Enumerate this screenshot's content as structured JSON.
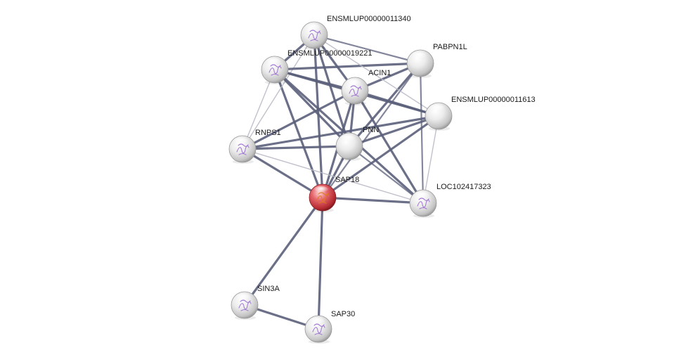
{
  "network": {
    "query_node": "SAP18",
    "nodes": [
      {
        "id": "ENSMLUP00000011340",
        "label": "ENSMLUP00000011340",
        "structure": "protein-structure-icon",
        "query": false
      },
      {
        "id": "ENSMLUP00000019221",
        "label": "ENSMLUP00000019221",
        "structure": "protein-structure-icon",
        "query": false
      },
      {
        "id": "PABPN1L",
        "label": "PABPN1L",
        "structure": "",
        "query": false
      },
      {
        "id": "ACIN1",
        "label": "ACIN1",
        "structure": "protein-structure-icon",
        "query": false
      },
      {
        "id": "ENSMLUP00000011613",
        "label": "ENSMLUP00000011613",
        "structure": "",
        "query": false
      },
      {
        "id": "RNPS1",
        "label": "RNPS1",
        "structure": "protein-structure-icon",
        "query": false
      },
      {
        "id": "PNN",
        "label": "PNN",
        "structure": "",
        "query": false
      },
      {
        "id": "SAP18",
        "label": "SAP18",
        "structure": "protein-structure-icon",
        "query": true
      },
      {
        "id": "LOC102417323",
        "label": "LOC102417323",
        "structure": "protein-structure-icon",
        "query": false
      },
      {
        "id": "SIN3A",
        "label": "SIN3A",
        "structure": "protein-structure-icon",
        "query": false
      },
      {
        "id": "SAP30",
        "label": "SAP30",
        "structure": "protein-structure-icon",
        "query": false
      }
    ],
    "edges": [
      {
        "source": "SAP18",
        "target": "SIN3A",
        "strength": "strong"
      },
      {
        "source": "SAP18",
        "target": "SAP30",
        "strength": "strong"
      },
      {
        "source": "SIN3A",
        "target": "SAP30",
        "strength": "strong"
      },
      {
        "source": "SAP18",
        "target": "RNPS1",
        "strength": "strong"
      },
      {
        "source": "SAP18",
        "target": "ACIN1",
        "strength": "strong"
      },
      {
        "source": "SAP18",
        "target": "PNN",
        "strength": "strong"
      },
      {
        "source": "SAP18",
        "target": "LOC102417323",
        "strength": "strong"
      },
      {
        "source": "SAP18",
        "target": "ENSMLUP00000011613",
        "strength": "strong"
      },
      {
        "source": "SAP18",
        "target": "ENSMLUP00000019221",
        "strength": "strong"
      },
      {
        "source": "SAP18",
        "target": "ENSMLUP00000011340",
        "strength": "strong"
      },
      {
        "source": "SAP18",
        "target": "PABPN1L",
        "strength": "medium"
      },
      {
        "source": "RNPS1",
        "target": "ACIN1",
        "strength": "strong"
      },
      {
        "source": "RNPS1",
        "target": "PNN",
        "strength": "strong"
      },
      {
        "source": "RNPS1",
        "target": "ENSMLUP00000019221",
        "strength": "weak"
      },
      {
        "source": "RNPS1",
        "target": "ENSMLUP00000011340",
        "strength": "weak"
      },
      {
        "source": "RNPS1",
        "target": "ENSMLUP00000011613",
        "strength": "strong"
      },
      {
        "source": "ACIN1",
        "target": "PNN",
        "strength": "strong"
      },
      {
        "source": "ACIN1",
        "target": "ENSMLUP00000019221",
        "strength": "strong"
      },
      {
        "source": "ACIN1",
        "target": "ENSMLUP00000011340",
        "strength": "strong"
      },
      {
        "source": "ACIN1",
        "target": "PABPN1L",
        "strength": "strong"
      },
      {
        "source": "ACIN1",
        "target": "ENSMLUP00000011613",
        "strength": "strong"
      },
      {
        "source": "ACIN1",
        "target": "LOC102417323",
        "strength": "strong"
      },
      {
        "source": "PNN",
        "target": "ENSMLUP00000019221",
        "strength": "strong"
      },
      {
        "source": "PNN",
        "target": "ENSMLUP00000011340",
        "strength": "strong"
      },
      {
        "source": "PNN",
        "target": "PABPN1L",
        "strength": "strong"
      },
      {
        "source": "PNN",
        "target": "ENSMLUP00000011613",
        "strength": "strong"
      },
      {
        "source": "PNN",
        "target": "LOC102417323",
        "strength": "medium"
      },
      {
        "source": "ENSMLUP00000019221",
        "target": "ENSMLUP00000011340",
        "strength": "strong"
      },
      {
        "source": "ENSMLUP00000019221",
        "target": "PABPN1L",
        "strength": "strong"
      },
      {
        "source": "ENSMLUP00000019221",
        "target": "ENSMLUP00000011613",
        "strength": "strong"
      },
      {
        "source": "ENSMLUP00000011340",
        "target": "PABPN1L",
        "strength": "medium"
      },
      {
        "source": "ENSMLUP00000011340",
        "target": "ENSMLUP00000011613",
        "strength": "weak"
      },
      {
        "source": "PABPN1L",
        "target": "LOC102417323",
        "strength": "medium"
      },
      {
        "source": "ENSMLUP00000011613",
        "target": "LOC102417323",
        "strength": "weak"
      },
      {
        "source": "RNPS1",
        "target": "LOC102417323",
        "strength": "weak"
      },
      {
        "source": "ENSMLUP00000019221",
        "target": "LOC102417323",
        "strength": "strong"
      }
    ]
  },
  "colors": {
    "background": "#ffffff",
    "edge": "#5b5f7a",
    "edge_weak": "#b9bac6",
    "node_fill": "#e8e8e8",
    "node_stroke": "#9a9a9a",
    "query_fill": "#d9434a",
    "structure_tint": "#9a6fd0",
    "query_structure_tint": "#e07a1f",
    "label": "#1a1a1a"
  }
}
